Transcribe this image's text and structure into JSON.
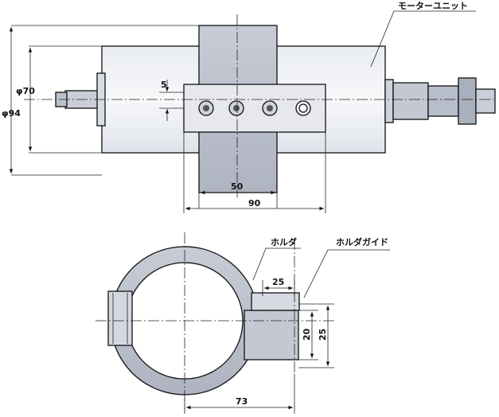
{
  "labels": {
    "motor_unit": "モーターユニット",
    "holder": "ホルダ",
    "holder_guide": "ホルダガイド"
  },
  "dimensions": {
    "phi94": "φ94",
    "phi70": "φ70",
    "d5": "5",
    "d50": "50",
    "d90": "90",
    "d25_h": "25",
    "d20": "20",
    "d25_v": "25",
    "d73": "73"
  },
  "colors": {
    "holder": "#b9bfcb",
    "body": "#eef0f4",
    "line": "#111111"
  }
}
